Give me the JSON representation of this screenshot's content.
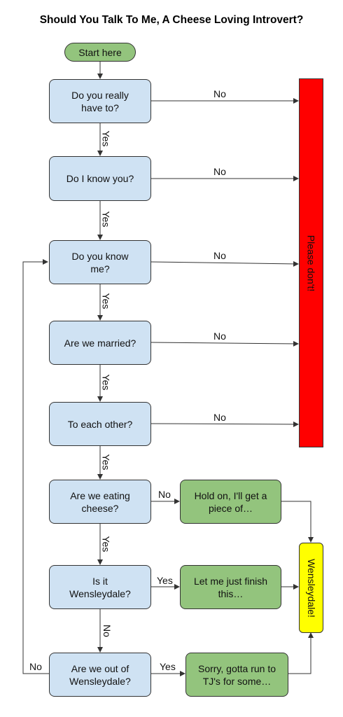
{
  "title": "Should You Talk To Me, A Cheese Loving Introvert?",
  "start": "Start here",
  "questions": {
    "q1": "Do you really have to?",
    "q2": "Do I know you?",
    "q3": "Do you know me?",
    "q4": "Are we married?",
    "q5": "To each other?",
    "q6": "Are we eating cheese?",
    "q7": "Is it Wensleydale?",
    "q8": "Are we out of Wensleydale?"
  },
  "outcomes": {
    "please_dont": "Please don't!",
    "hold_on": "Hold on, I'll get a piece of…",
    "finish": "Let me just finish this…",
    "sorry": "Sorry, gotta run to TJ's for some…",
    "wensleydale": "Wensleydale!"
  },
  "edge_labels": {
    "yes": "Yes",
    "no": "No"
  },
  "colors": {
    "question_fill": "#cfe2f3",
    "action_fill": "#93c47d",
    "stop_fill": "#ff0000",
    "goal_fill": "#ffff00"
  }
}
